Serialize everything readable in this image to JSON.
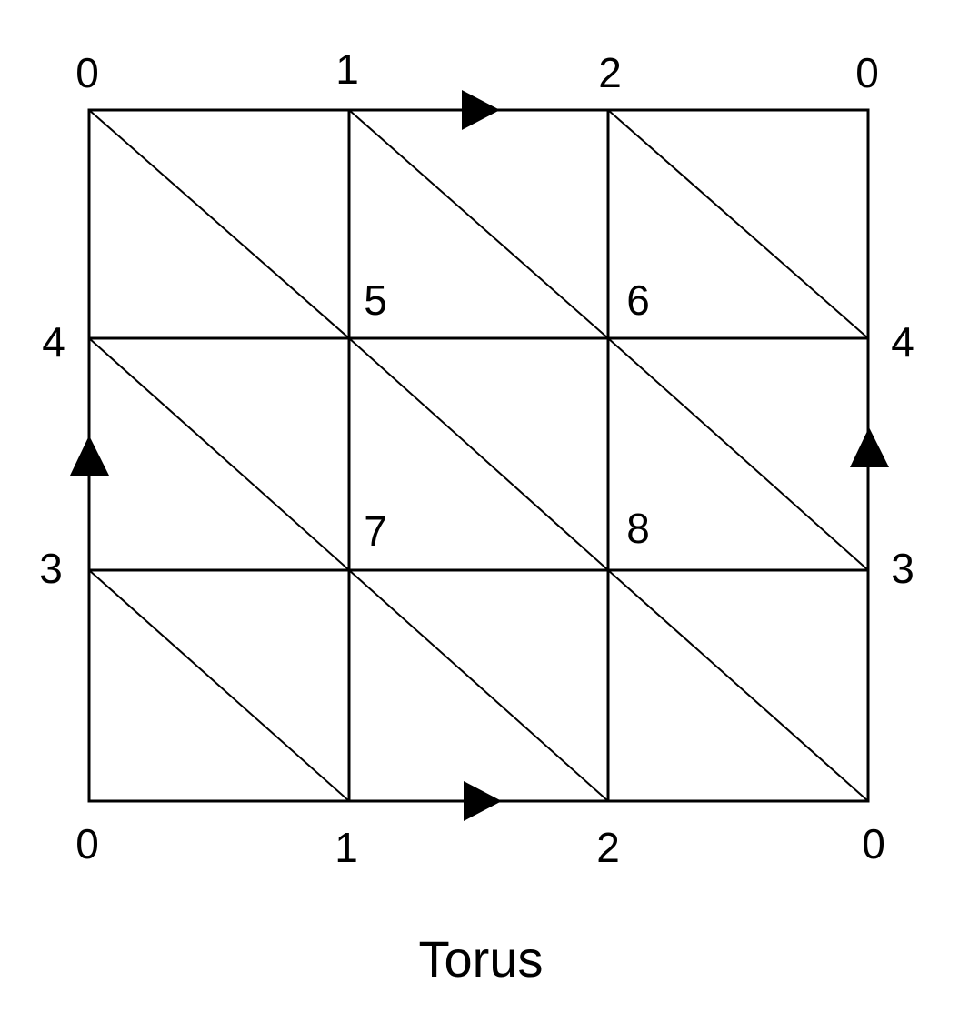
{
  "diagram": {
    "caption": "Torus",
    "vertex_labels": {
      "top": [
        "0",
        "1",
        "2",
        "0"
      ],
      "bottom": [
        "0",
        "1",
        "2",
        "0"
      ],
      "left": [
        "4",
        "3"
      ],
      "right": [
        "4",
        "3"
      ],
      "interior": [
        "5",
        "6",
        "7",
        "8"
      ]
    },
    "arrows": {
      "top_edge": "right",
      "bottom_edge": "right",
      "left_edge": "up",
      "right_edge": "up"
    }
  }
}
